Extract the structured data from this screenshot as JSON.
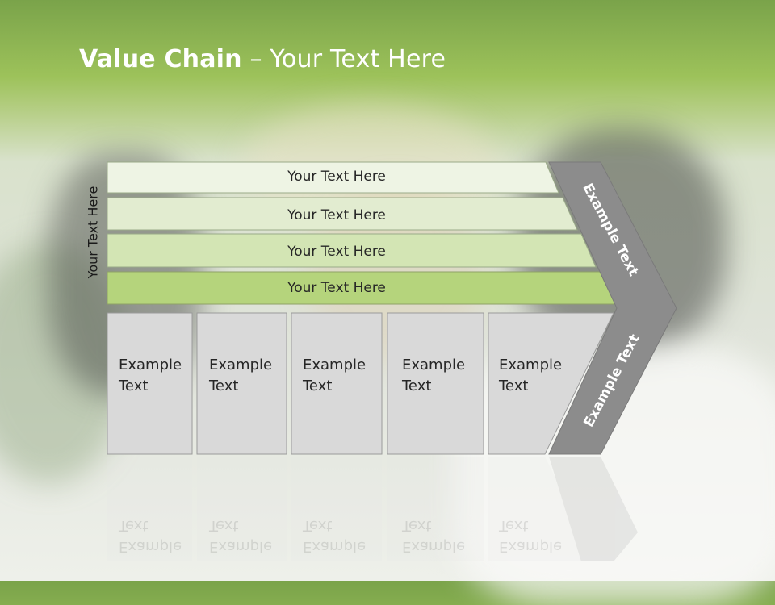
{
  "slide": {
    "title_bold": "Value Chain",
    "title_rest": " – Your Text Here",
    "side_label": "Your Text Here"
  },
  "bars": [
    {
      "label": "Your Text Here",
      "fill": "#eef4e4"
    },
    {
      "label": "Your Text Here",
      "fill": "#e2ecd0"
    },
    {
      "label": "Your Text Here",
      "fill": "#d3e5b4"
    },
    {
      "label": "Your Text Here",
      "fill": "#b5d47c"
    }
  ],
  "boxes": [
    {
      "line1": "Example",
      "line2": "Text"
    },
    {
      "line1": "Example",
      "line2": "Text"
    },
    {
      "line1": "Example",
      "line2": "Text"
    },
    {
      "line1": "Example",
      "line2": "Text"
    },
    {
      "line1": "Example",
      "line2": "Text"
    }
  ],
  "chevron": {
    "top_label": "Example Text",
    "bottom_label": "Example Text",
    "fill": "#8c8c8c"
  },
  "colors": {
    "box_fill": "#d9d9d9",
    "header_green": "#8db54e"
  }
}
